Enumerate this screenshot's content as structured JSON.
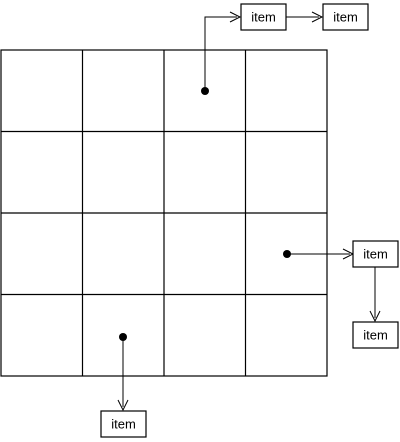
{
  "colors": {
    "line": "#000000",
    "background": "#ffffff"
  },
  "grid": {
    "rows": 4,
    "columns": 4
  },
  "items": {
    "top_first": "item",
    "top_second": "item",
    "right_first": "item",
    "right_second": "item",
    "bottom": "item"
  }
}
